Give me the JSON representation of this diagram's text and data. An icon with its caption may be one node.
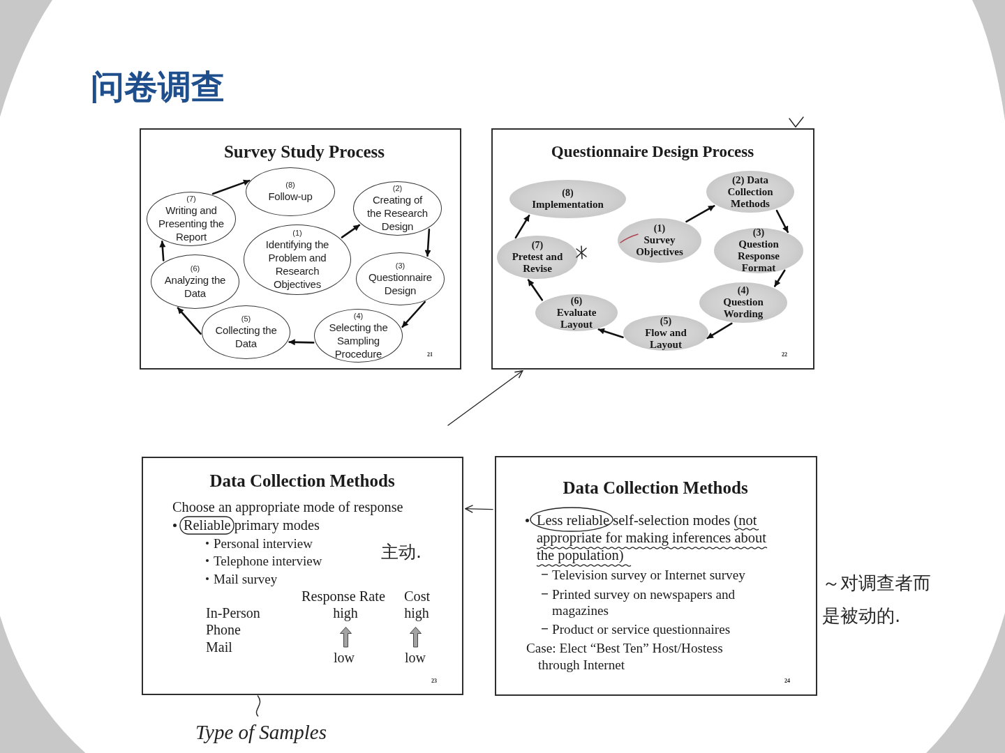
{
  "diagram": {
    "title": "问卷调查",
    "nodes": [
      {
        "text": [
          "Survey Study Process",
          "21"
        ]
      },
      {
        "text": [
          "(1)",
          "Identifying the Problem and Research Objectives"
        ],
        "in": 0
      },
      {
        "text": [
          "(2)",
          "Creating of the Research Design"
        ],
        "in": 0
      },
      {
        "text": [
          "(3)",
          "Questionnaire Design"
        ],
        "in": 0
      },
      {
        "text": [
          "(4)",
          "Selecting the Sampling Procedure"
        ],
        "in": 0
      },
      {
        "text": [
          "(5)",
          "Collecting the Data"
        ],
        "in": 0
      },
      {
        "text": [
          "(6)",
          "Analyzing the Data"
        ],
        "in": 0
      },
      {
        "text": [
          "(7)",
          "Writing and Presenting the Report"
        ],
        "in": 0
      },
      {
        "text": [
          "(8)",
          "Follow-up"
        ],
        "in": 0
      },
      {
        "text": [
          "Questionnaire Design Process",
          "22"
        ]
      },
      {
        "text": [
          "(1)",
          "Survey Objectives"
        ],
        "in": 9
      },
      {
        "text": [
          "(2) Data Collection Methods"
        ],
        "in": 9
      },
      {
        "text": [
          "(3)",
          "Question Response Format"
        ],
        "in": 9
      },
      {
        "text": [
          "(4)",
          "Question Wording"
        ],
        "in": 9
      },
      {
        "text": [
          "(5)",
          "Flow and Layout"
        ],
        "in": 9
      },
      {
        "text": [
          "(6)",
          "Evaluate Layout"
        ],
        "in": 9
      },
      {
        "text": [
          "(7)",
          "Pretest and Revise"
        ],
        "in": 9
      },
      {
        "text": [
          "(8)",
          "Implementation"
        ],
        "in": 9
      },
      {
        "text": [
          "Data Collection Methods",
          "Choose an appropriate mode of response",
          "Reliable primary modes",
          "Personal interview",
          "Telephone interview",
          "Mail survey",
          "Response Rate",
          "Cost",
          "In-Person",
          "high",
          "high",
          "Phone",
          "Mail",
          "low",
          "low",
          "23"
        ]
      },
      {
        "text": [
          "Data Collection Methods",
          "Less reliable self-selection modes (not appropriate for making inferences about the population)",
          "Television survey or Internet survey",
          "Printed survey on newspapers and magazines",
          "Product or service questionnaires",
          "Case: Elect “Best Ten” Host/Hostess through Internet",
          "24"
        ],
        "beside": [
          "～对调查者而是被动的."
        ]
      },
      {
        "text": [
          "Type of Samples"
        ]
      }
    ],
    "edges": [
      {
        "from": 1,
        "to": 2,
        "arrow": "to"
      },
      {
        "from": 2,
        "to": 3,
        "arrow": "to"
      },
      {
        "from": 3,
        "to": 4,
        "arrow": "to"
      },
      {
        "from": 4,
        "to": 5,
        "arrow": "to"
      },
      {
        "from": 5,
        "to": 6,
        "arrow": "to"
      },
      {
        "from": 6,
        "to": 7,
        "arrow": "to"
      },
      {
        "from": 7,
        "to": 8,
        "arrow": "to"
      },
      {
        "from": 10,
        "to": 11,
        "arrow": "to"
      },
      {
        "from": 11,
        "to": 12,
        "arrow": "to"
      },
      {
        "from": 12,
        "to": 13,
        "arrow": "to"
      },
      {
        "from": 13,
        "to": 14,
        "arrow": "to"
      },
      {
        "from": 14,
        "to": 15,
        "arrow": "to"
      },
      {
        "from": 15,
        "to": 16,
        "arrow": "to"
      },
      {
        "from": 16,
        "to": 17,
        "arrow": "to"
      },
      {
        "from": null,
        "to": 9,
        "arrow": "to"
      },
      {
        "from": 19,
        "to": 18,
        "arrow": "to"
      },
      {
        "from": 20,
        "to": 18,
        "arrow": "none"
      }
    ],
    "labels": [
      "主动."
    ]
  }
}
